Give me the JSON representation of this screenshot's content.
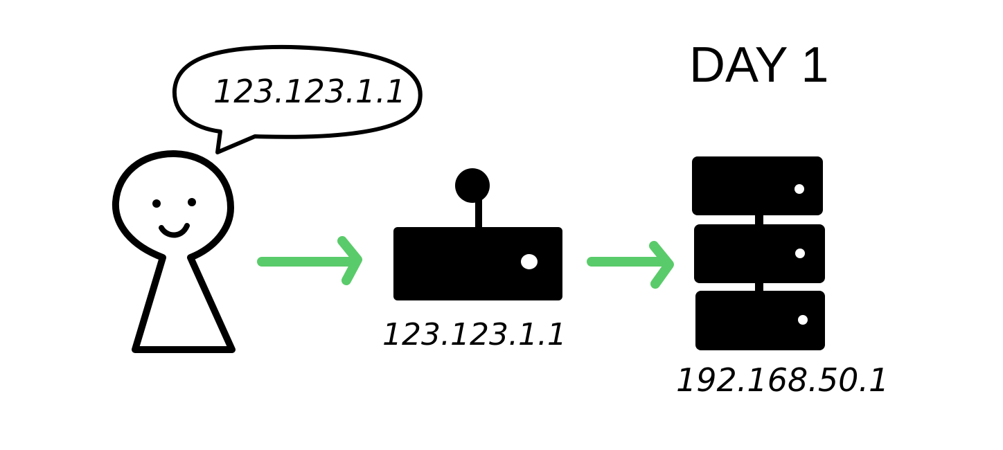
{
  "title": "DAY 1",
  "user": {
    "speech": "123.123.1.1"
  },
  "router": {
    "ip_label": "123.123.1.1"
  },
  "server": {
    "ip_label": "192.168.50.1"
  },
  "colors": {
    "arrow": "#5ACB6A",
    "ink": "#000000",
    "background": "#FFFFFF"
  },
  "icons": [
    "person-icon",
    "speech-bubble",
    "router-icon",
    "server-icon",
    "arrow-right-icon"
  ]
}
